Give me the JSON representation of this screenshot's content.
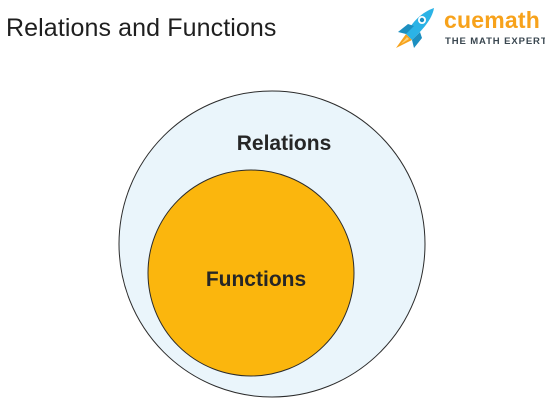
{
  "header": {
    "title": "Relations and Functions"
  },
  "brand": {
    "name": "cuemath",
    "tagline": "THE MATH EXPERT",
    "logo_icon": "rocket-icon",
    "colors": {
      "name": "#f7a21b",
      "rocket_body": "#2bb3e6",
      "rocket_flame": "#f7a21b",
      "tagline": "#3a4750"
    }
  },
  "diagram": {
    "outer_set": {
      "label": "Relations",
      "fill": "#eaf5fb",
      "stroke": "#2b2b2b"
    },
    "inner_set": {
      "label": "Functions",
      "fill": "#fbb60d",
      "stroke": "#2b2b2b"
    }
  }
}
